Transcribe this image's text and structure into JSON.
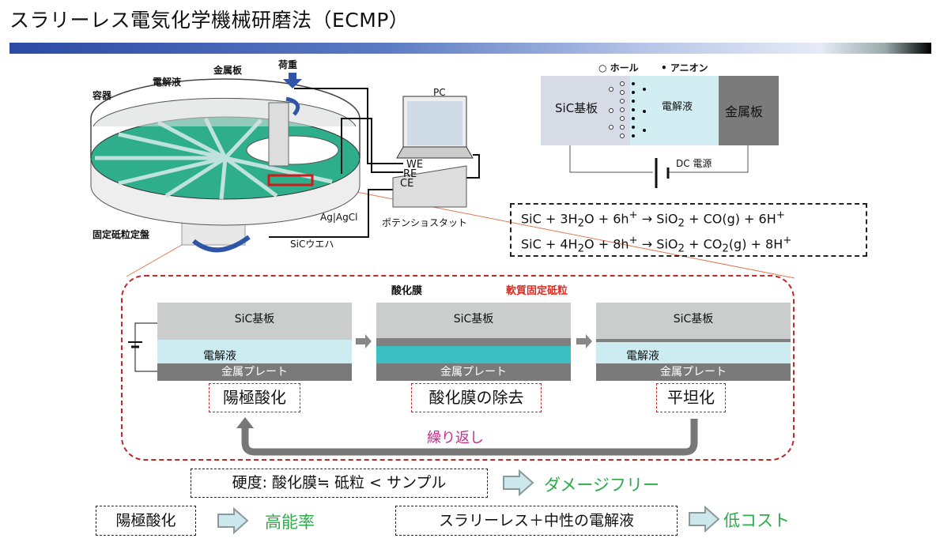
{
  "title": "スラリーレス電気化学機械研磨法（ECMP）",
  "apparatus": {
    "labels": {
      "container": "容器",
      "electrolyte": "電解液",
      "metal_plate": "金属板",
      "load": "荷重",
      "pc": "PC",
      "we": "WE",
      "re": "RE",
      "ce": "CE",
      "ref_electrode": "Ag|AgCl",
      "wafer": "SiCウエハ",
      "fixed_plate": "固定砥粒定盤",
      "potentiostat": "ポテンショスタット"
    }
  },
  "schematic": {
    "legend_hole": "○ ホール",
    "legend_anion": "• アニオン",
    "sic": "SiC基板",
    "electrolyte": "電解液",
    "metal": "金属板",
    "power": "DC 電源"
  },
  "equations": [
    {
      "lhs": "SiC + 3H",
      "s1": "2",
      "m1": "O + 6h",
      "sp1": "+",
      "arrow": " → SiO",
      "s2": "2",
      "m2": " + CO(g) + 6H",
      "s3": "",
      "sp2": "+"
    },
    {
      "lhs": "SiC + 4H",
      "s1": "2",
      "m1": "O + 8h",
      "sp1": "+",
      "arrow": " → SiO",
      "s2": "2",
      "m2": " + CO",
      "s3": "2",
      "tail": "(g) + 8H",
      "sp2": "+"
    }
  ],
  "process": {
    "panels": [
      {
        "sic": "SiC基板",
        "liquid": "電解液",
        "metal": "金属プレート",
        "step": "陽極酸化"
      },
      {
        "sic": "SiC基板",
        "metal": "金属プレート",
        "step": "酸化膜の除去",
        "oxide_label": "酸化膜",
        "abrasive_label": "軟質固定砥粒"
      },
      {
        "sic": "SiC基板",
        "liquid": "電解液",
        "metal": "金属プレート",
        "step": "平坦化"
      }
    ],
    "repeat": "繰り返し"
  },
  "summary": [
    {
      "condition": "硬度: 酸化膜≒ 砥粒 < サンプル",
      "result": "ダメージフリー"
    },
    {
      "condition": "陽極酸化",
      "result": "高能率"
    },
    {
      "condition": "スラリーレス＋中性の電解液",
      "result": "低コスト"
    }
  ],
  "colors": {
    "accent_red": "#c0282a",
    "green": "#2eaa4a",
    "magenta": "#cc2a8c",
    "arrow_fill": "#cde8ec"
  }
}
